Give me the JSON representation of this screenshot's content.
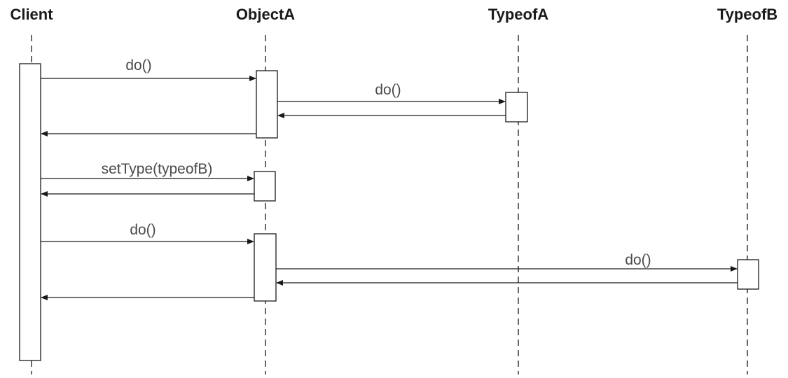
{
  "participants": [
    {
      "id": "client",
      "name": "Client"
    },
    {
      "id": "objecta",
      "name": "ObjectA"
    },
    {
      "id": "typeofa",
      "name": "TypeofA"
    },
    {
      "id": "typeofb",
      "name": "TypeofB"
    }
  ],
  "messages": [
    {
      "id": "m1",
      "from": "client",
      "to": "objecta",
      "label": "do()"
    },
    {
      "id": "m2",
      "from": "objecta",
      "to": "typeofa",
      "label": "do()"
    },
    {
      "id": "m3",
      "from": "typeofa",
      "to": "objecta",
      "label": ""
    },
    {
      "id": "m4",
      "from": "objecta",
      "to": "client",
      "label": ""
    },
    {
      "id": "m5",
      "from": "client",
      "to": "objecta",
      "label": "setType(typeofB)"
    },
    {
      "id": "m6",
      "from": "objecta",
      "to": "client",
      "label": ""
    },
    {
      "id": "m7",
      "from": "client",
      "to": "objecta",
      "label": "do()"
    },
    {
      "id": "m8",
      "from": "objecta",
      "to": "typeofb",
      "label": "do()"
    },
    {
      "id": "m9",
      "from": "typeofb",
      "to": "objecta",
      "label": ""
    },
    {
      "id": "m10",
      "from": "objecta",
      "to": "client",
      "label": ""
    }
  ]
}
